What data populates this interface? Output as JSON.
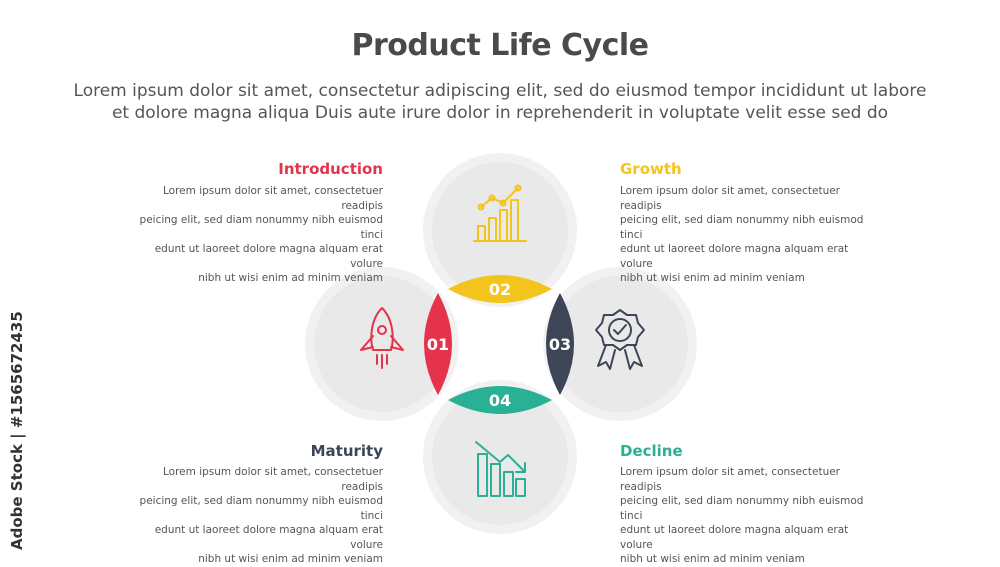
{
  "header": {
    "title": "Product Life Cycle",
    "subtitle_line1": "Lorem ipsum dolor sit amet, consectetur adipiscing elit, sed do eiusmod tempor incididunt ut labore",
    "subtitle_line2": "et dolore magna aliqua Duis aute irure dolor in reprehenderit in voluptate velit esse sed do"
  },
  "stages": [
    {
      "number": "01",
      "title": "Introduction",
      "color": "#e5334b",
      "icon": "rocket-icon",
      "lines": [
        "Lorem ipsum dolor sit amet, consectetuer readipis",
        "peicing elit, sed diam nonummy nibh euismod tinci",
        "edunt ut laoreet dolore magna alquam erat volure",
        "nibh ut wisi enim ad minim veniam"
      ]
    },
    {
      "number": "02",
      "title": "Growth",
      "color": "#f3c41c",
      "icon": "growth-chart-icon",
      "lines": [
        "Lorem ipsum dolor sit amet, consectetuer readipis",
        "peicing elit, sed diam nonummy nibh euismod tinci",
        "edunt ut laoreet dolore magna alquam erat volure",
        "nibh ut wisi enim ad minim veniam"
      ]
    },
    {
      "number": "03",
      "title": "Maturity",
      "color": "#3d4657",
      "icon": "award-badge-icon",
      "lines": [
        "Lorem ipsum dolor sit amet, consectetuer readipis",
        "peicing elit, sed diam nonummy nibh euismod tinci",
        "edunt ut laoreet dolore magna alquam erat volure",
        "nibh ut wisi enim ad minim veniam"
      ]
    },
    {
      "number": "04",
      "title": "Decline",
      "color": "#2ab095",
      "icon": "decline-chart-icon",
      "lines": [
        "Lorem ipsum dolor sit amet, consectetuer readipis",
        "peicing elit, sed diam nonummy nibh euismod tinci",
        "edunt ut laoreet dolore magna alquam erat volure",
        "nibh ut wisi enim ad minim veniam"
      ]
    }
  ],
  "watermark": "Adobe Stock | #1565672435"
}
